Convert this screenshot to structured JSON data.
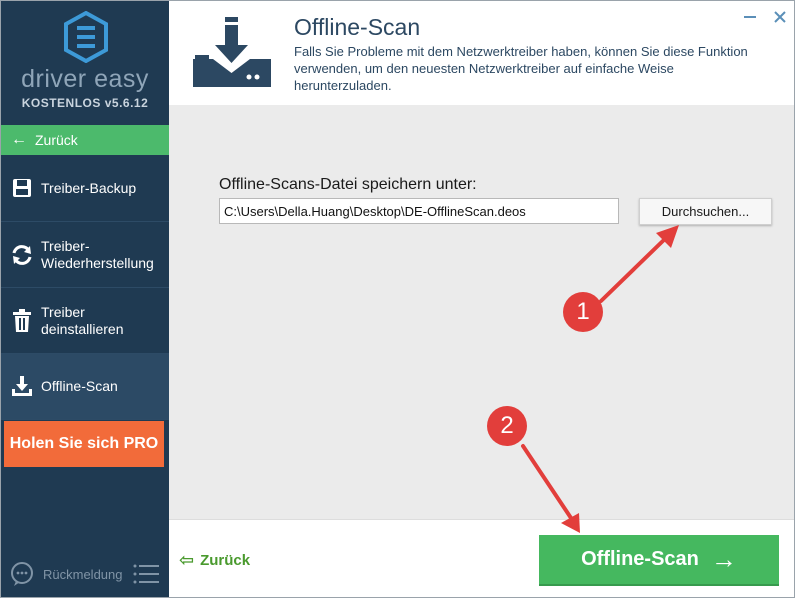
{
  "app": {
    "logo_text": "driver easy",
    "version": "KOSTENLOS v5.6.12"
  },
  "sidebar": {
    "back_label": "Zurück",
    "items": [
      {
        "label": "Treiber-Backup",
        "icon": "floppy-disk-icon"
      },
      {
        "label": "Treiber-\nWiederherstellung",
        "icon": "restore-arrows-icon"
      },
      {
        "label": "Treiber\ndeinstallieren",
        "icon": "trash-icon"
      },
      {
        "label": "Offline-Scan",
        "icon": "download-tray-icon"
      }
    ],
    "active_index": 3,
    "pro_label": "Holen Sie sich PRO",
    "feedback_label": "Rückmeldung"
  },
  "header": {
    "title": "Offline-Scan",
    "description": "Falls Sie Probleme mit dem Netzwerktreiber haben, können Sie diese Funktion verwenden, um den neuesten Netzwerktreiber auf einfache Weise herunterzuladen."
  },
  "main": {
    "save_label": "Offline-Scans-Datei speichern unter:",
    "path_value": "C:\\Users\\Della.Huang\\Desktop\\DE-OfflineScan.deos",
    "browse_label": "Durchsuchen..."
  },
  "footer": {
    "back_label": "Zurück",
    "scan_label": "Offline-Scan"
  },
  "annotations": {
    "badge_1": "1",
    "badge_2": "2"
  },
  "colors": {
    "sidebar_bg": "#1f3a52",
    "accent_green": "#45b85f",
    "pro_orange": "#f26b3a",
    "annotation_red": "#e23e3b"
  }
}
